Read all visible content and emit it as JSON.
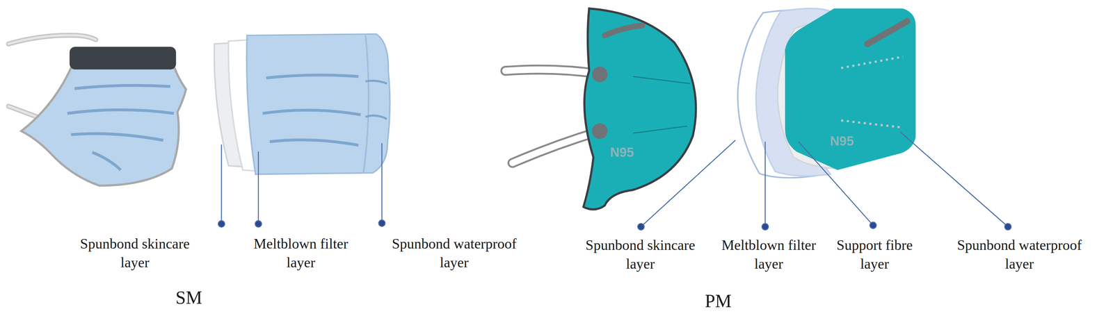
{
  "diagram": {
    "labels": [
      "N95",
      "N95",
      "Spunbond skincare layer",
      "Meltblown filter layer",
      "Spunbond waterproof layer",
      "Spunbond skincare layer",
      "Meltblown filter layer",
      "Support fibre layer",
      "Spunbond waterproof layer",
      "SM",
      "PM"
    ]
  }
}
